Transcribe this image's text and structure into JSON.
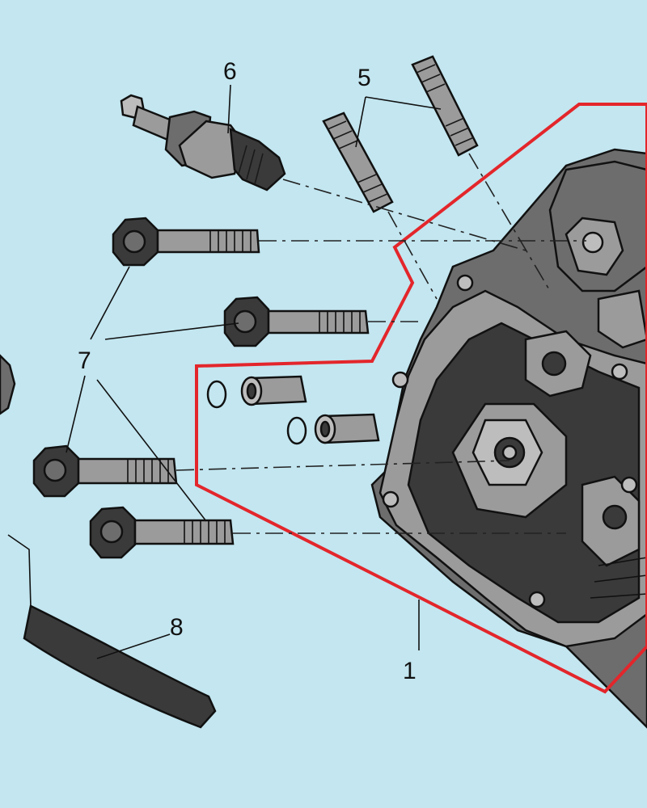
{
  "diagram": {
    "callouts": [
      {
        "id": "c1",
        "label": "1"
      },
      {
        "id": "c5",
        "label": "5"
      },
      {
        "id": "c6",
        "label": "6"
      },
      {
        "id": "c7",
        "label": "7"
      },
      {
        "id": "c8",
        "label": "8"
      }
    ],
    "colors": {
      "background": "#c3e6f0",
      "highlight_outline": "#e3262b",
      "part_dark": "#3a3a3a",
      "part_mid": "#6d6d6d",
      "part_light": "#9b9b9b"
    }
  }
}
